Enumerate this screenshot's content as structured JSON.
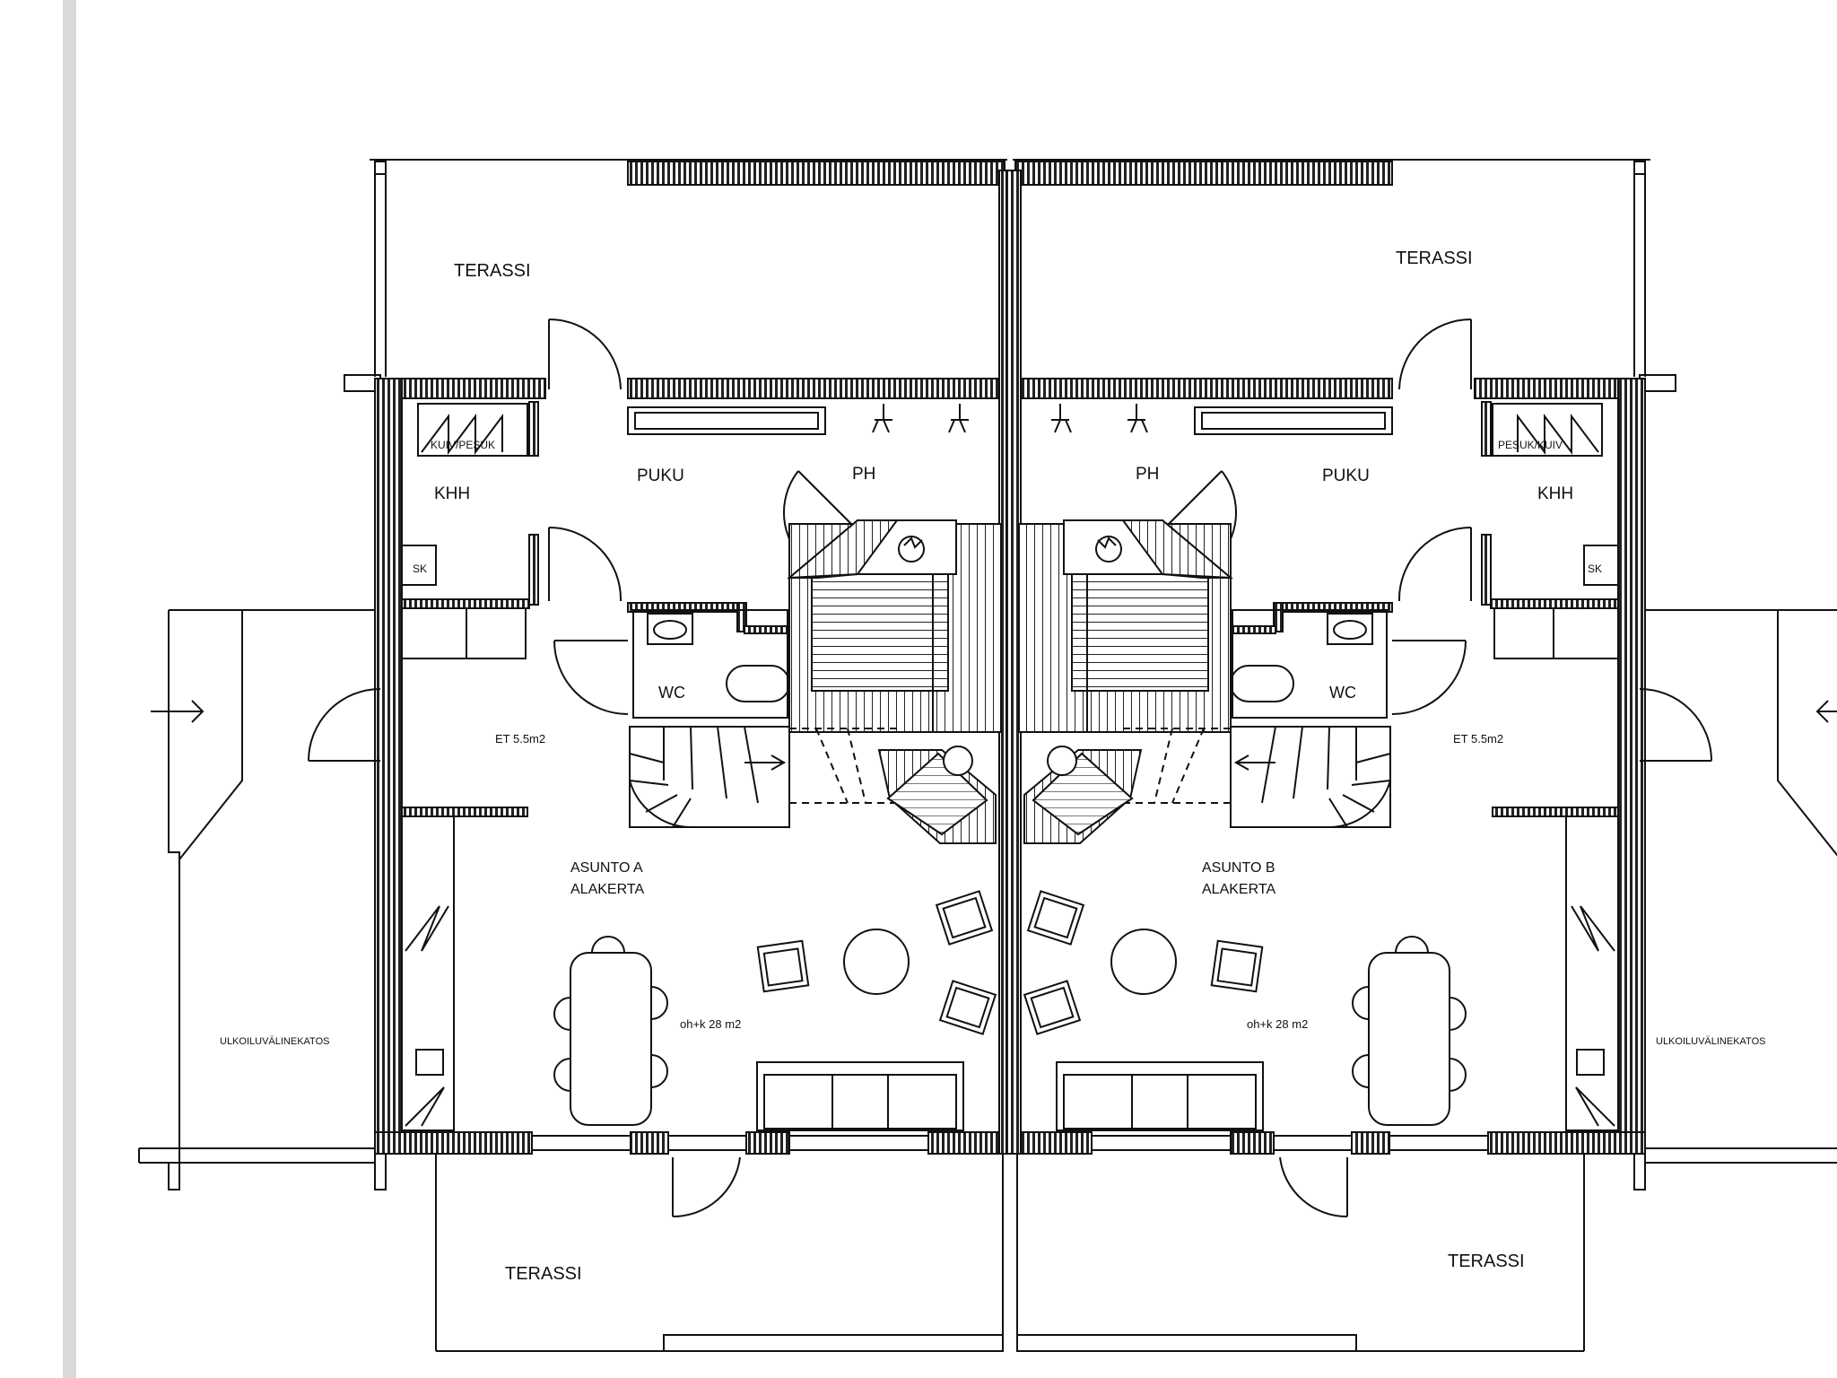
{
  "plan": {
    "apartment_a": {
      "title_line1": "ASUNTO A",
      "title_line2": "ALAKERTA",
      "terrace_top": "TERASSI",
      "terrace_bottom": "TERASSI",
      "utility": "KHH",
      "dressing": "PUKU",
      "wash": "PH",
      "wc": "WC",
      "entry": "ET 5.5m2",
      "living": "oh+k 28 m2",
      "storage": "SK",
      "shelf": "KUIV/PESUK",
      "canopy": "ULKOILUVÄLINEKATOS"
    },
    "apartment_b": {
      "title_line1": "ASUNTO B",
      "title_line2": "ALAKERTA",
      "terrace_top": "TERASSI",
      "terrace_bottom": "TERASSI",
      "utility": "KHH",
      "dressing": "PUKU",
      "wash": "PH",
      "wc": "WC",
      "entry": "ET 5.5m2",
      "living": "oh+k 28 m2",
      "storage": "SK",
      "shelf": "PESUK/KUIV",
      "canopy": "ULKOILUVÄLINEKATOS"
    }
  }
}
